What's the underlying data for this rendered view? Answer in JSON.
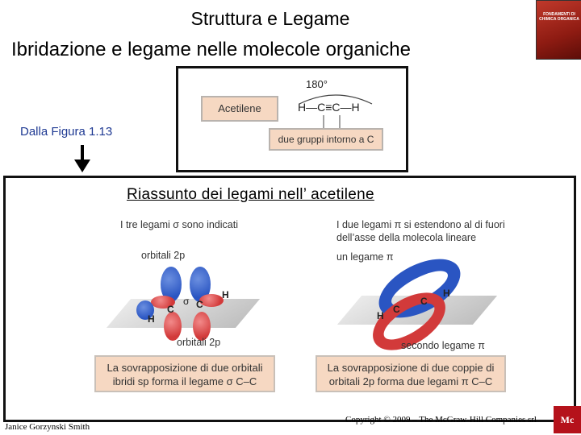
{
  "header": {
    "title": "Struttura e Legame",
    "subtitle": "Ibridazione e legame nelle molecole organiche"
  },
  "book_cover": {
    "text": "FONDAMENTI DI CHIMICA ORGANICA"
  },
  "top_figure": {
    "molecule_label": "Acetilene",
    "angle": "180°",
    "formula": "H—C≡C—H",
    "groups_label": "due gruppi intorno a C"
  },
  "figure_ref": "Dalla Figura 1.13",
  "main": {
    "title": "Riassunto dei legami nell’ acetilene",
    "left": {
      "caption_top": "I tre legami σ sono indicati",
      "orbital_label_top": "orbitali 2p",
      "orbital_label_bottom": "orbitali 2p",
      "sigma": "σ",
      "atoms": [
        "H",
        "C",
        "C",
        "H"
      ],
      "summary": "La sovrapposizione di due orbitali ibridi sp forma il legame σ C–C"
    },
    "right": {
      "caption_top": "I due legami π si estendono al di fuori dell’asse della molecola lineare",
      "label_pi_one": "un legame π",
      "label_pi_two": "secondo legame π",
      "atoms": [
        "H",
        "C",
        "C",
        "H"
      ],
      "summary": "La sovrapposizione di due coppie di orbitali 2p forma due legami π C–C"
    }
  },
  "footer": {
    "author": "Janice Gorzynski Smith",
    "copyright": "Copyright © 2009 – The McGraw-Hill Companies srl",
    "logo": "Mc"
  },
  "colors": {
    "peach": "#f6d8c2",
    "blue_orbital": "#2a55c2",
    "red_orbital": "#d23a3a",
    "figure_ref": "#1f3a93"
  }
}
